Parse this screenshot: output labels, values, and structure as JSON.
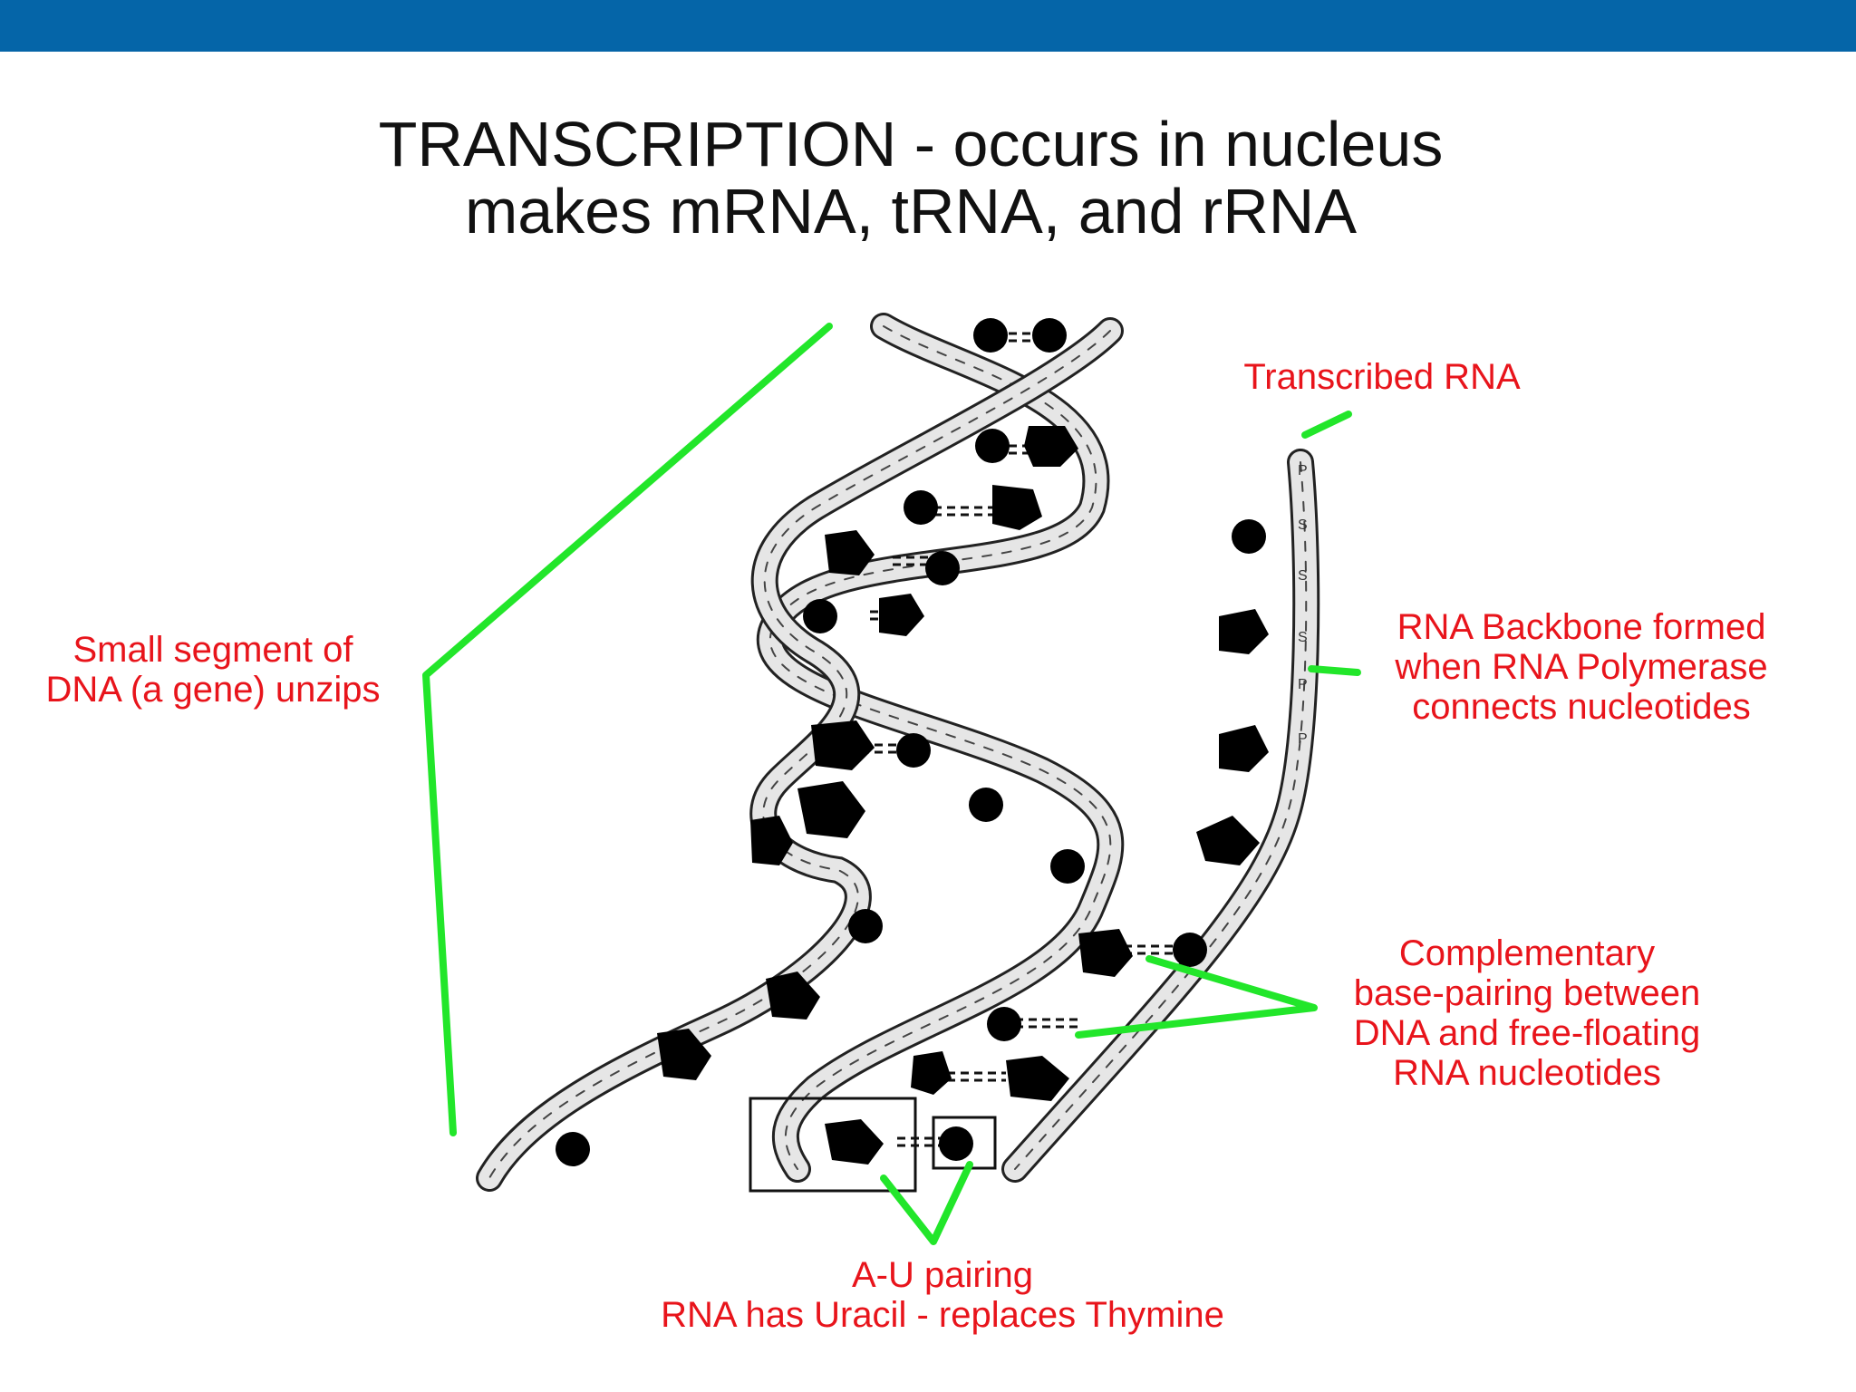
{
  "colors": {
    "header_bar": "#0565a8",
    "label_text": "#e8141b",
    "pointer_lines": "#22e62a",
    "strand_fill": "#e6e6e6",
    "base_fill": "#000000"
  },
  "title": {
    "line1": "TRANSCRIPTION - occurs in nucleus",
    "line2": "makes mRNA, tRNA, and rRNA"
  },
  "labels": {
    "gene_unzips": {
      "line1": "Small segment of",
      "line2": "DNA (a gene) unzips"
    },
    "transcribed_rna": "Transcribed RNA",
    "rna_backbone": {
      "line1": "RNA Backbone formed",
      "line2": "when RNA Polymerase",
      "line3": "connects nucleotides"
    },
    "complementary": {
      "line1": "Complementary",
      "line2": "base-pairing between",
      "line3": "DNA and free-floating",
      "line4": "RNA nucleotides"
    },
    "au_pairing": {
      "line1": "A-U pairing",
      "line2": "RNA has Uracil - replaces Thymine"
    }
  },
  "strand_letters": {
    "sugar": "S",
    "phosphate": "P"
  }
}
